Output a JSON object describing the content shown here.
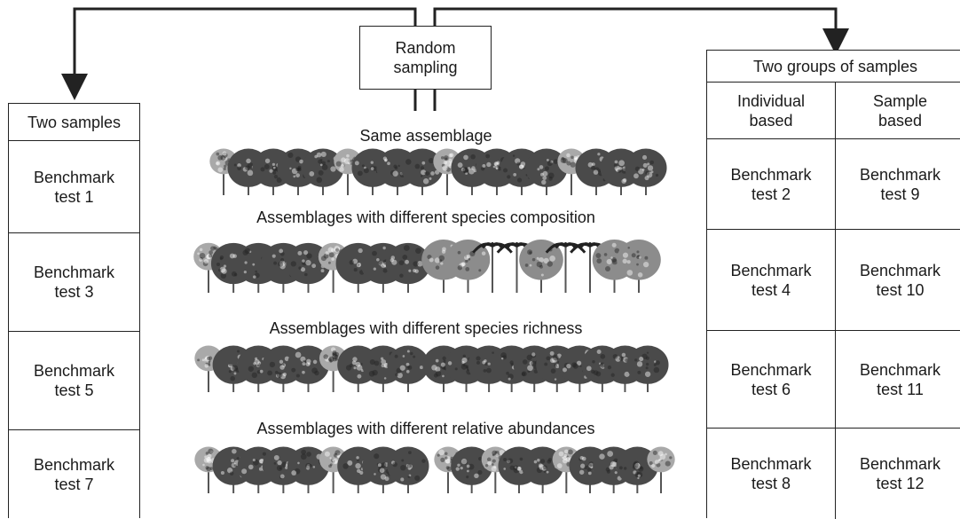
{
  "sampling": {
    "label": "Random\nsampling"
  },
  "left_table": {
    "header": "Two samples",
    "rows": [
      "Benchmark\ntest 1",
      "Benchmark\ntest 3",
      "Benchmark\ntest 5",
      "Benchmark\ntest 7"
    ]
  },
  "right_table": {
    "header": "Two groups of samples",
    "columns": [
      "Individual\nbased",
      "Sample\nbased"
    ],
    "rows": [
      [
        "Benchmark\ntest 2",
        "Benchmark\ntest 9"
      ],
      [
        "Benchmark\ntest 4",
        "Benchmark\ntest 10"
      ],
      [
        "Benchmark\ntest 6",
        "Benchmark\ntest 11"
      ],
      [
        "Benchmark\ntest 8",
        "Benchmark\ntest 12"
      ]
    ]
  },
  "scenarios": [
    "Same assemblage",
    "Assemblages with different species composition",
    "Assemblages with different species richness",
    "Assemblages with different relative abundances"
  ],
  "colors": {
    "line": "#222222",
    "tree_dark": "#4a4a4a",
    "tree_light": "#a9a9a9",
    "tree_mid": "#7a7a7a",
    "trunk": "#555555"
  }
}
